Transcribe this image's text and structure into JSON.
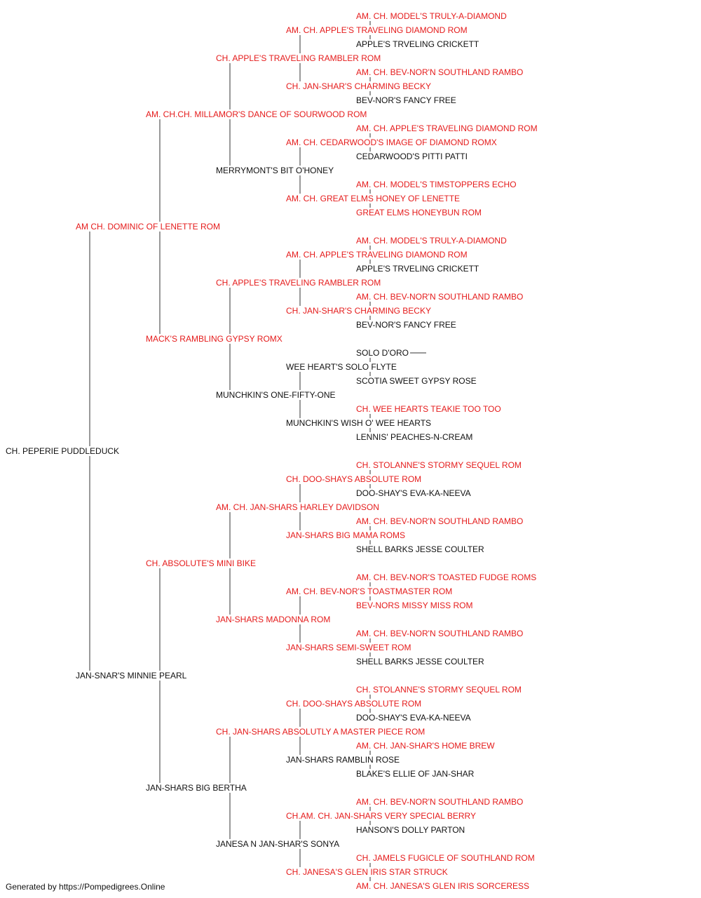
{
  "footer": "Generated by https://Pompedigrees.Online",
  "colors": {
    "champion": "#e51b1b",
    "plain": "#111111",
    "line": "#333333"
  },
  "pedigree": {
    "name": "CH. PEPERIE PUDDLEDUCK",
    "ch": false,
    "sire": {
      "name": "AM CH. DOMINIC OF LENETTE ROM",
      "ch": true,
      "sire": {
        "name": "AM. CH.CH. MILLAMOR'S DANCE OF SOURWOOD ROM",
        "ch": true,
        "sire": {
          "name": "CH. APPLE'S TRAVELING RAMBLER ROM",
          "ch": true,
          "sire": {
            "name": "AM. CH. APPLE'S TRAVELING DIAMOND ROM",
            "ch": true,
            "sire": {
              "name": "AM. CH. MODEL'S TRULY-A-DIAMOND",
              "ch": true
            },
            "dam": {
              "name": "APPLE'S TRVELING CRICKETT",
              "ch": false
            }
          },
          "dam": {
            "name": "CH. JAN-SHAR'S CHARMING BECKY",
            "ch": true,
            "sire": {
              "name": "AM. CH. BEV-NOR'N SOUTHLAND RAMBO",
              "ch": true
            },
            "dam": {
              "name": "BEV-NOR'S FANCY FREE",
              "ch": false
            }
          }
        },
        "dam": {
          "name": "MERRYMONT'S BIT O'HONEY",
          "ch": false,
          "sire": {
            "name": "AM. CH. CEDARWOOD'S IMAGE OF DIAMOND ROMX",
            "ch": true,
            "sire": {
              "name": "AM. CH. APPLE'S TRAVELING DIAMOND ROM",
              "ch": true
            },
            "dam": {
              "name": "CEDARWOOD'S PITTI PATTI",
              "ch": false
            }
          },
          "dam": {
            "name": "AM. CH. GREAT ELMS HONEY OF LENETTE",
            "ch": true,
            "sire": {
              "name": "AM. CH. MODEL'S TIMSTOPPERS ECHO",
              "ch": true
            },
            "dam": {
              "name": "GREAT ELMS HONEYBUN ROM",
              "ch": true
            }
          }
        }
      },
      "dam": {
        "name": "MACK'S RAMBLING GYPSY ROMX",
        "ch": true,
        "sire": {
          "name": "CH. APPLE'S TRAVELING RAMBLER ROM",
          "ch": true,
          "sire": {
            "name": "AM. CH. APPLE'S TRAVELING DIAMOND ROM",
            "ch": true,
            "sire": {
              "name": "AM. CH. MODEL'S TRULY-A-DIAMOND",
              "ch": true
            },
            "dam": {
              "name": "APPLE'S TRVELING CRICKETT",
              "ch": false
            }
          },
          "dam": {
            "name": "CH. JAN-SHAR'S CHARMING BECKY",
            "ch": true,
            "sire": {
              "name": "AM. CH. BEV-NOR'N SOUTHLAND RAMBO",
              "ch": true
            },
            "dam": {
              "name": "BEV-NOR'S FANCY FREE",
              "ch": false
            }
          }
        },
        "dam": {
          "name": "MUNCHKIN'S ONE-FIFTY-ONE",
          "ch": false,
          "sire": {
            "name": "WEE HEART'S SOLO FLYTE",
            "ch": false,
            "sire": {
              "name": "SOLO D'ORO",
              "ch": false
            },
            "dam": {
              "name": "SCOTIA SWEET GYPSY ROSE",
              "ch": false
            }
          },
          "dam": {
            "name": "MUNCHKIN'S WISH O' WEE HEARTS",
            "ch": false,
            "sire": {
              "name": "CH. WEE HEARTS TEAKIE TOO TOO",
              "ch": true
            },
            "dam": {
              "name": "LENNIS' PEACHES-N-CREAM",
              "ch": false
            }
          }
        }
      }
    },
    "dam": {
      "name": "JAN-SNAR'S MINNIE PEARL",
      "ch": false,
      "sire": {
        "name": "CH. ABSOLUTE'S MINI BIKE",
        "ch": true,
        "sire": {
          "name": "AM. CH. JAN-SHARS HARLEY DAVIDSON",
          "ch": true,
          "sire": {
            "name": "CH. DOO-SHAYS ABSOLUTE ROM",
            "ch": true,
            "sire": {
              "name": "CH. STOLANNE'S STORMY SEQUEL ROM",
              "ch": true
            },
            "dam": {
              "name": "DOO-SHAY'S EVA-KA-NEEVA",
              "ch": false
            }
          },
          "dam": {
            "name": "JAN-SHARS BIG MAMA ROMS",
            "ch": true,
            "sire": {
              "name": "AM. CH. BEV-NOR'N SOUTHLAND RAMBO",
              "ch": true
            },
            "dam": {
              "name": "SHELL BARKS JESSE COULTER",
              "ch": false
            }
          }
        },
        "dam": {
          "name": "JAN-SHARS MADONNA ROM",
          "ch": true,
          "sire": {
            "name": "AM. CH. BEV-NOR'S TOASTMASTER ROM",
            "ch": true,
            "sire": {
              "name": "AM. CH. BEV-NOR'S TOASTED FUDGE ROMS",
              "ch": true
            },
            "dam": {
              "name": "BEV-NORS MISSY MISS ROM",
              "ch": true
            }
          },
          "dam": {
            "name": "JAN-SHARS SEMI-SWEET ROM",
            "ch": true,
            "sire": {
              "name": "AM. CH. BEV-NOR'N SOUTHLAND RAMBO",
              "ch": true
            },
            "dam": {
              "name": "SHELL BARKS JESSE COULTER",
              "ch": false
            }
          }
        }
      },
      "dam": {
        "name": "JAN-SHARS BIG BERTHA",
        "ch": false,
        "sire": {
          "name": "CH. JAN-SHARS ABSOLUTLY A MASTER PIECE ROM",
          "ch": true,
          "sire": {
            "name": "CH. DOO-SHAYS ABSOLUTE ROM",
            "ch": true,
            "sire": {
              "name": "CH. STOLANNE'S STORMY SEQUEL ROM",
              "ch": true
            },
            "dam": {
              "name": "DOO-SHAY'S EVA-KA-NEEVA",
              "ch": false
            }
          },
          "dam": {
            "name": "JAN-SHARS RAMBLIN ROSE",
            "ch": false,
            "sire": {
              "name": "AM. CH. JAN-SHAR'S HOME BREW",
              "ch": true
            },
            "dam": {
              "name": "BLAKE'S ELLIE OF JAN-SHAR",
              "ch": false
            }
          }
        },
        "dam": {
          "name": "JANESA N JAN-SHAR'S SONYA",
          "ch": false,
          "sire": {
            "name": "CH.AM. CH. JAN-SHARS VERY SPECIAL BERRY",
            "ch": true,
            "sire": {
              "name": "AM. CH. BEV-NOR'N SOUTHLAND RAMBO",
              "ch": true
            },
            "dam": {
              "name": "HANSON'S DOLLY PARTON",
              "ch": false
            }
          },
          "dam": {
            "name": "CH. JANESA'S GLEN IRIS STAR STRUCK",
            "ch": true,
            "sire": {
              "name": "CH. JAMELS FUGICLE OF SOUTHLAND ROM",
              "ch": true
            },
            "dam": {
              "name": "AM. CH. JANESA'S GLEN IRIS SORCERESS",
              "ch": true
            }
          }
        }
      }
    }
  }
}
